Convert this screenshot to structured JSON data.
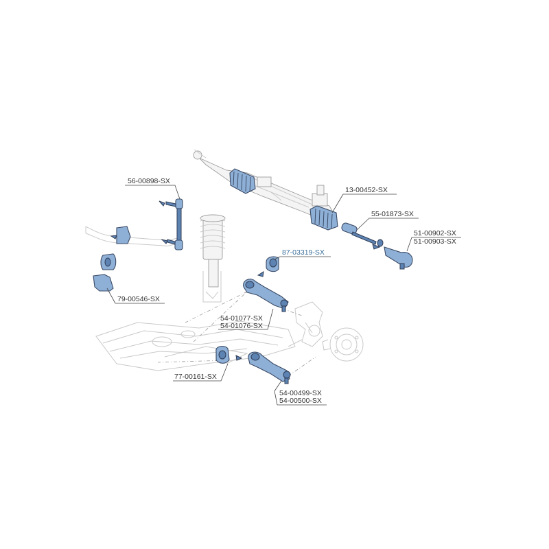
{
  "diagram": {
    "colors": {
      "part_fill": "#8fb0d6",
      "part_stroke": "#3a4a66",
      "context_line": "#c9c9c9",
      "label_text": "#333333",
      "label_highlight": "#3b6f9a"
    },
    "labels": {
      "stabilizer_link": "56-00898-SX",
      "steering_rack": "13-00452-SX",
      "inner_tie_rod": "55-01873-SX",
      "tie_rod_end_1": "51-00902-SX",
      "tie_rod_end_2": "51-00903-SX",
      "bushing_upper": "87-03319-SX",
      "stabilizer_bushing": "79-00546-SX",
      "upper_arm_1": "54-01077-SX",
      "upper_arm_2": "54-01076-SX",
      "lower_bushing": "77-00161-SX",
      "lower_arm_1": "54-00499-SX",
      "lower_arm_2": "54-00500-SX"
    }
  }
}
